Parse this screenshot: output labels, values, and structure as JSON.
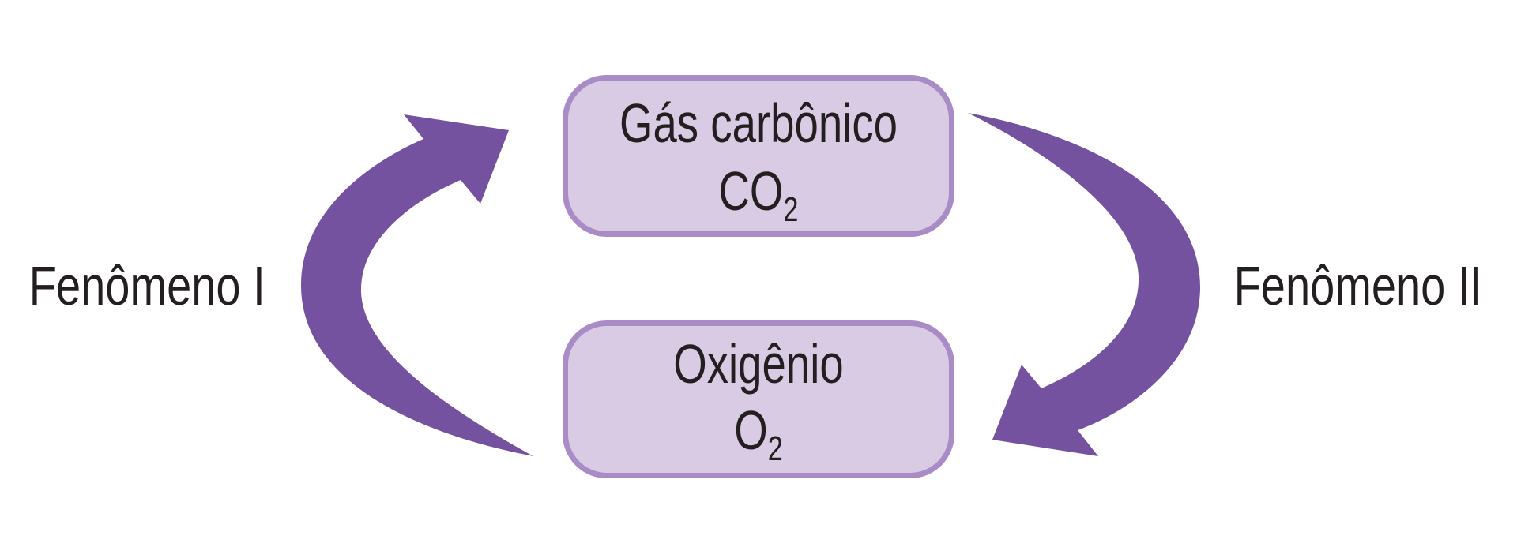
{
  "nodes": {
    "top": {
      "name": "Gás carbônico",
      "formula_main": "CO",
      "formula_sub": "2"
    },
    "bottom": {
      "name": "Oxigênio",
      "formula_main": "O",
      "formula_sub": "2"
    }
  },
  "labels": {
    "left": "Fenômeno I",
    "right": "Fenômeno II"
  },
  "colors": {
    "arrow": "#7452a0",
    "box_fill": "#d9cbe4",
    "box_border": "#a98cc6",
    "text": "#231f20"
  }
}
